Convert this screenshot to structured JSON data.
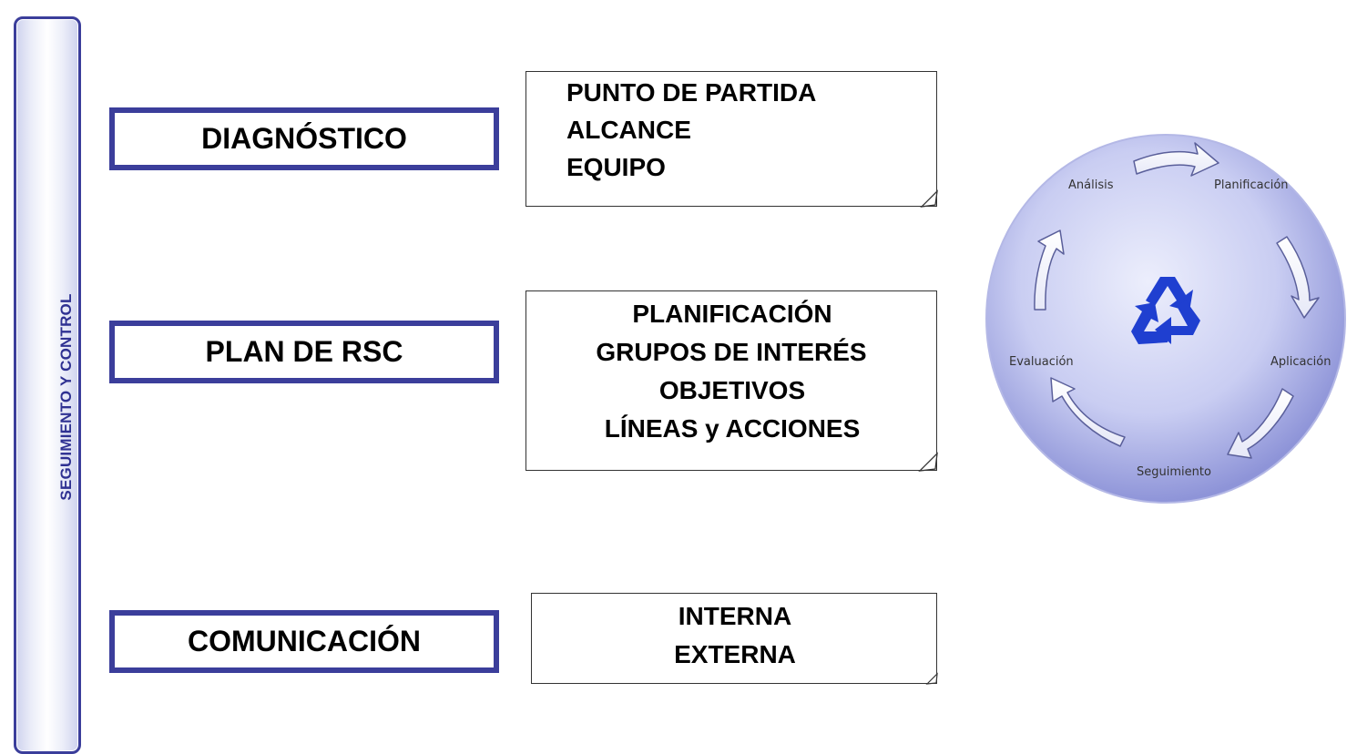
{
  "side_bar": {
    "label": "SEGUIMIENTO Y CONTROL"
  },
  "stages": [
    {
      "label": "DIAGNÓSTICO"
    },
    {
      "label": "PLAN DE RSC"
    },
    {
      "label": "COMUNICACIÓN"
    }
  ],
  "notes": [
    {
      "lines": [
        "PUNTO DE PARTIDA",
        "ALCANCE",
        "EQUIPO"
      ]
    },
    {
      "lines": [
        "PLANIFICACIÓN",
        "GRUPOS DE INTERÉS",
        "OBJETIVOS",
        "LÍNEAS y ACCIONES"
      ]
    },
    {
      "lines": [
        "INTERNA",
        "EXTERNA"
      ]
    }
  ],
  "cycle": {
    "labels": [
      "Análisis",
      "Planificación",
      "Aplicación",
      "Seguimiento",
      "Evaluación"
    ],
    "center_icon": "recycle-icon",
    "accent_color": "#1f3fd0"
  },
  "colors": {
    "border": "#3b3e9b",
    "side_text": "#2f3192"
  }
}
